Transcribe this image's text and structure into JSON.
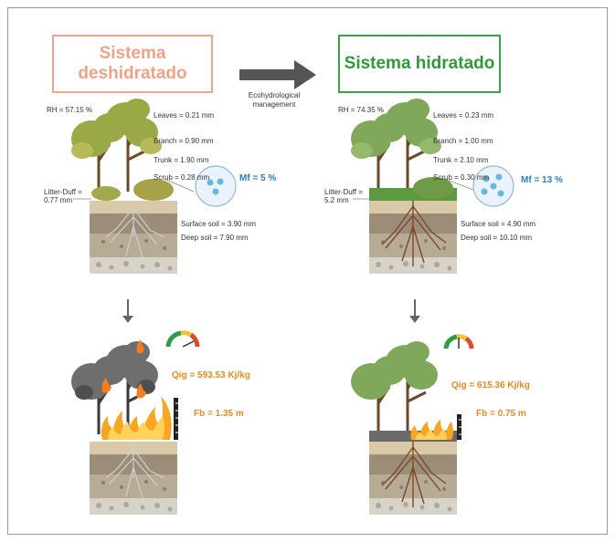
{
  "titles": {
    "left": "Sistema deshidratado",
    "right": "Sistema hidratado"
  },
  "arrow_label": "Ecohydrological management",
  "left": {
    "rh": "RH = 57.15 %",
    "leaves": "Leaves = 0.21 mm",
    "branch": "Branch = 0.90 mm",
    "trunk": "Trunk = 1.90 mm",
    "scrub": "Scrub = 0.28 mm",
    "litter_line1": "Litter-Duff =",
    "litter_line2": "0.77 mm",
    "mf": "Mf =  5 %",
    "surface_soil": "Surface soil = 3.90 mm",
    "deep_soil": "Deep soil = 7.90 mm",
    "qig": "Qig = 593.53 Kj/kg",
    "fb": "Fb = 1.35 m"
  },
  "right": {
    "rh": "RH = 74.35 %",
    "leaves": "Leaves = 0.23 mm",
    "branch": "Branch = 1.00 mm",
    "trunk": "Trunk = 2.10 mm",
    "scrub": "Scrub = 0.30 mm",
    "litter_line1": "Litter-Duff =",
    "litter_line2": "5.2 mm",
    "mf": "Mf =  13 %",
    "surface_soil": "Surface soil = 4.90 mm",
    "deep_soil": "Deep soil = 10.10 mm",
    "qig": "Qig = 615.36 Kj/kg",
    "fb": "Fb = 0.75 m"
  },
  "colors": {
    "dry_title": "#f0a286",
    "wet_title": "#2e9a3c",
    "dry_foliage": "#9aa845",
    "wet_foliage": "#7fa85a",
    "burnt_foliage": "#6e6e6e",
    "fire": "#f6a623",
    "mf_text": "#2a7fc0",
    "fire_text": "#e98a1c"
  },
  "icons": [
    "arrow-right-icon",
    "arrow-down-icon",
    "droplet-circle-icon",
    "gauge-icon",
    "flame-icon",
    "height-ruler-icon",
    "tree-icon"
  ]
}
